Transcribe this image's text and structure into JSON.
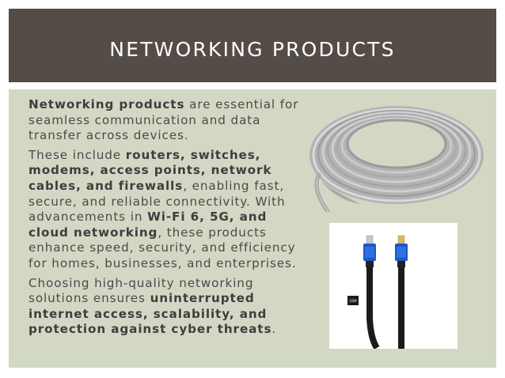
{
  "slide": {
    "title": "NETWORKING PRODUCTS",
    "paragraphs": [
      {
        "runs": [
          {
            "text": "Networking products",
            "bold": true
          },
          {
            "text": " are essential for seamless communication and data transfer across devices.",
            "bold": false
          }
        ]
      },
      {
        "runs": [
          {
            "text": " These include ",
            "bold": false
          },
          {
            "text": "routers, switches, modems, access points, network cables, and firewalls",
            "bold": true
          },
          {
            "text": ", enabling fast, secure, and reliable connectivity. With advancements in ",
            "bold": false
          },
          {
            "text": "Wi-Fi 6, 5G, and cloud networking",
            "bold": true
          },
          {
            "text": ", these products enhance speed, security, and efficiency for homes, businesses, and enterprises.",
            "bold": false
          }
        ]
      },
      {
        "runs": [
          {
            "text": "Choosing high-quality networking solutions ensures ",
            "bold": false
          },
          {
            "text": "uninterrupted internet access, scalability, and protection against cyber threats",
            "bold": true
          },
          {
            "text": ". ",
            "bold": false
          },
          {
            "text": "",
            "bold": false
          }
        ]
      }
    ]
  },
  "images": {
    "cable_label_text": "GSM"
  },
  "colors": {
    "title_bar": "#544c47",
    "content_bg": "#d2d8c4",
    "hdmi_blue": "#1e55c8"
  }
}
